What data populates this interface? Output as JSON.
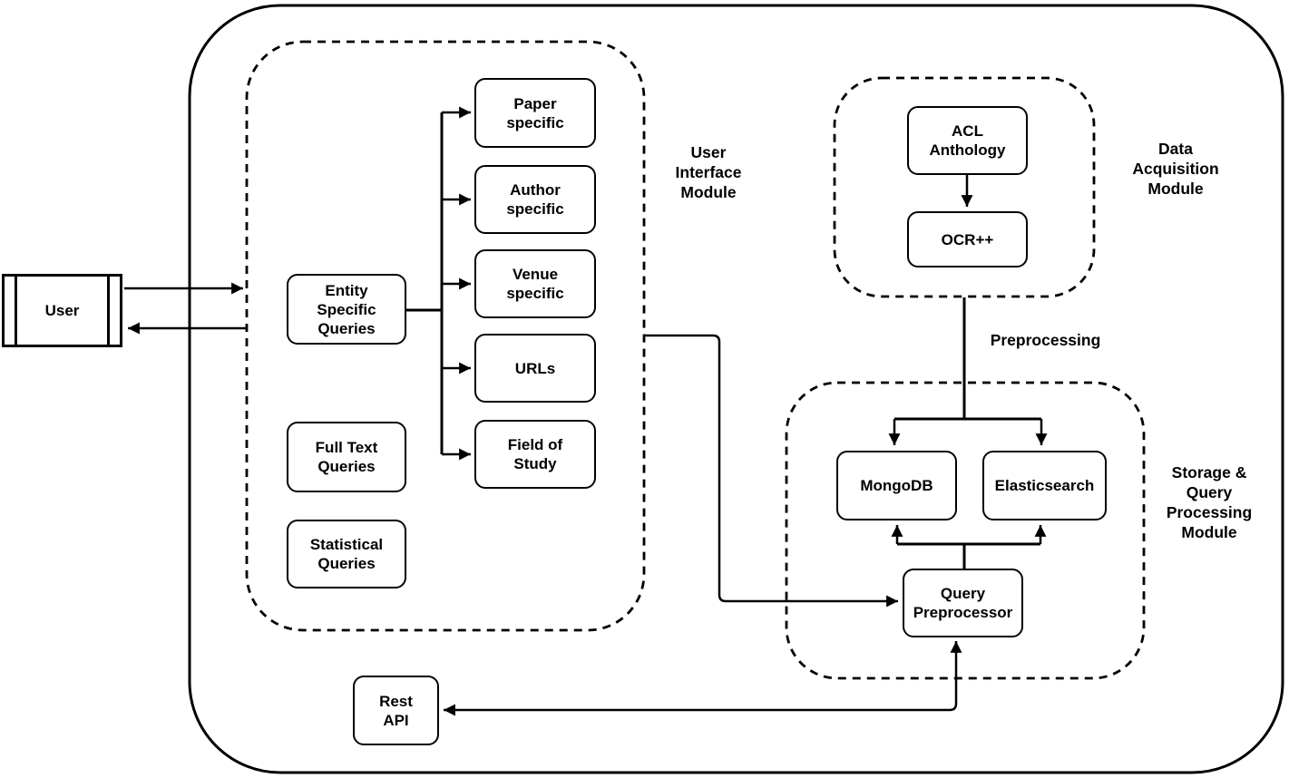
{
  "diagram_type": "system-architecture",
  "colors": {
    "stroke": "#000000",
    "background": "#ffffff"
  },
  "nodes": {
    "user": "User",
    "entity_specific_queries": "Entity\nSpecific\nQueries",
    "full_text_queries": "Full Text\nQueries",
    "statistical_queries": "Statistical\nQueries",
    "paper_specific": "Paper\nspecific",
    "author_specific": "Author\nspecific",
    "venue_specific": "Venue\nspecific",
    "urls": "URLs",
    "field_of_study": "Field of\nStudy",
    "acl_anthology": "ACL\nAnthology",
    "ocr": "OCR++",
    "mongodb": "MongoDB",
    "elasticsearch": "Elasticsearch",
    "query_preprocessor": "Query\nPreprocessor",
    "rest_api": "Rest\nAPI"
  },
  "module_labels": {
    "user_interface": "User\nInterface\nModule",
    "data_acquisition": "Data\nAcquisition\nModule",
    "storage_query": "Storage &\nQuery\nProcessing\nModule",
    "preprocessing": "Preprocessing"
  },
  "edges": [
    {
      "from": "user",
      "to": "user-interface-module",
      "arrow": "end"
    },
    {
      "from": "user-interface-module",
      "to": "user",
      "arrow": "end"
    },
    {
      "from": "entity-specific-queries",
      "to": "paper-specific",
      "arrow": "end"
    },
    {
      "from": "entity-specific-queries",
      "to": "author-specific",
      "arrow": "end"
    },
    {
      "from": "entity-specific-queries",
      "to": "venue-specific",
      "arrow": "end"
    },
    {
      "from": "entity-specific-queries",
      "to": "urls",
      "arrow": "end"
    },
    {
      "from": "entity-specific-queries",
      "to": "field-of-study",
      "arrow": "end"
    },
    {
      "from": "acl-anthology",
      "to": "ocr",
      "arrow": "end"
    },
    {
      "from": "data-acquisition-module",
      "to": "mongodb",
      "label": "Preprocessing",
      "arrow": "end"
    },
    {
      "from": "data-acquisition-module",
      "to": "elasticsearch",
      "label": "Preprocessing",
      "arrow": "end"
    },
    {
      "from": "query-preprocessor",
      "to": "mongodb",
      "arrow": "end"
    },
    {
      "from": "query-preprocessor",
      "to": "elasticsearch",
      "arrow": "end"
    },
    {
      "from": "user-interface-module",
      "to": "query-preprocessor",
      "arrow": "end"
    },
    {
      "from": "rest-api",
      "to": "query-preprocessor",
      "arrow": "both"
    }
  ]
}
